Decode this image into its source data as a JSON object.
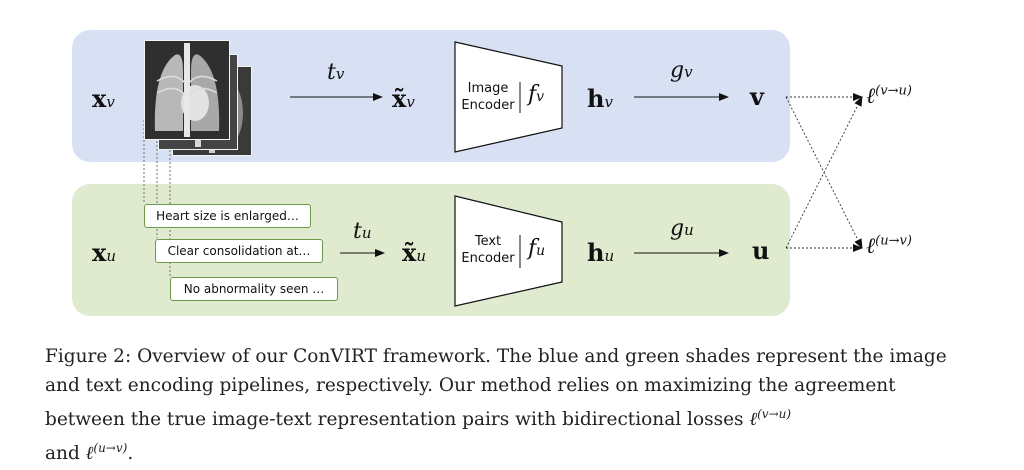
{
  "image_lane": {
    "input_symbol": "x",
    "input_sub": "v",
    "transform": "t",
    "transform_sub": "v",
    "augmented": "x̃",
    "augmented_sub": "v",
    "encoder_line1": "Image",
    "encoder_line2": "Encoder",
    "encoder_fn": "f",
    "encoder_fn_sub": "v",
    "hidden": "h",
    "hidden_sub": "v",
    "projection": "g",
    "projection_sub": "v",
    "output": "v",
    "loss_symbol": "ℓ",
    "loss_sup": "(v→u)"
  },
  "text_lane": {
    "input_symbol": "x",
    "input_sub": "u",
    "transform": "t",
    "transform_sub": "u",
    "augmented": "x̃",
    "augmented_sub": "u",
    "encoder_line1": "Text",
    "encoder_line2": "Encoder",
    "encoder_fn": "f",
    "encoder_fn_sub": "u",
    "hidden": "h",
    "hidden_sub": "u",
    "projection": "g",
    "projection_sub": "u",
    "output": "u",
    "loss_symbol": "ℓ",
    "loss_sup": "(u→v)"
  },
  "reports": [
    "Heart size is enlarged…",
    "Clear consolidation at…",
    "No abnormality seen …"
  ],
  "caption": {
    "prefix": "Figure 2:  Overview of our ConVIRT framework.  The blue and green shades represent the image and text encoding pipelines, respectively. Our method relies on maximizing the agreement between the true image-text representation pairs with bidirectional losses ",
    "loss1_symbol": "ℓ",
    "loss1_sup": "(v→u)",
    "joiner": "and ",
    "loss2_symbol": "ℓ",
    "loss2_sup": "(u→v)",
    "suffix": "."
  },
  "colors": {
    "image_lane": "#d8e1f3",
    "text_lane": "#dfeacf",
    "report_border": "#6d9a4a"
  }
}
